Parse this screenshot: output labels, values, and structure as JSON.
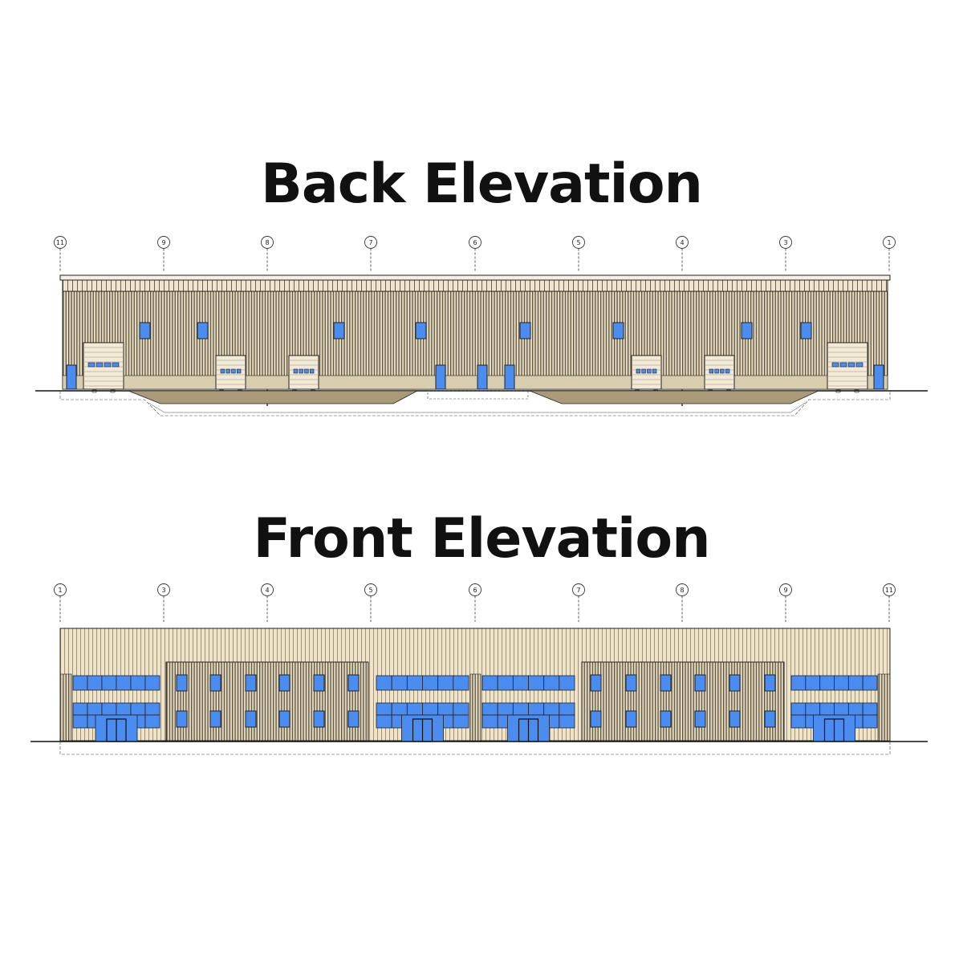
{
  "back": {
    "title": "Back Elevation",
    "gridlines": [
      "11",
      "9",
      "8",
      "7",
      "6",
      "5",
      "4",
      "3",
      "1"
    ]
  },
  "front": {
    "title": "Front Elevation",
    "gridlines": [
      "1",
      "3",
      "4",
      "5",
      "6",
      "7",
      "8",
      "9",
      "11"
    ]
  },
  "colors": {
    "glazing": "#4a8cf0",
    "cladding_light": "#ede3c9",
    "cladding_dark": "#cbbd9b",
    "ground_fill": "#a99a78",
    "line": "#222222"
  }
}
